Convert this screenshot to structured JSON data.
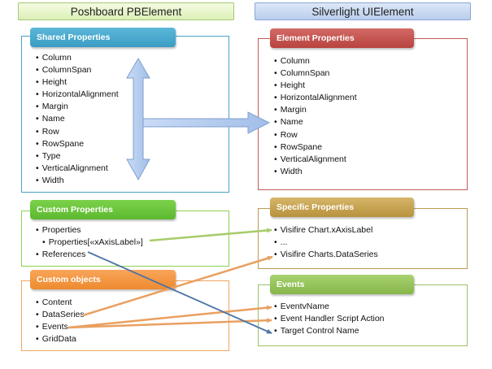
{
  "headers": {
    "left": "Poshboard PBElement",
    "right": "Silverlight UIElement"
  },
  "left": {
    "shared": {
      "title": "Shared  Properties",
      "items": [
        "Column",
        "ColumnSpan",
        "Height",
        "HorizontalAlignment",
        "Margin",
        "Name",
        "Row",
        "RowSpane",
        "Type",
        "VerticalAlignment",
        "Width"
      ]
    },
    "custom": {
      "title": "Custom Properties",
      "items": [
        "Properties",
        "Properties[«xAxisLabel»]",
        "References"
      ]
    },
    "objects": {
      "title": "Custom objects",
      "items": [
        "Content",
        "DataSeries",
        "Events",
        "GridData"
      ]
    }
  },
  "right": {
    "element": {
      "title": "Element Properties",
      "items": [
        "Column",
        "ColumnSpan",
        "Height",
        "HorizontalAlignment",
        "Margin",
        "Name",
        "Row",
        "RowSpane",
        "VerticalAlignment",
        "Width"
      ]
    },
    "specific": {
      "title": "Specific Properties",
      "items": [
        "Visifire Chart.xAxisLabel",
        "...",
        "Visifire Charts.DataSeries"
      ]
    },
    "events": {
      "title": "Events",
      "items": [
        "EventvName",
        "Event Handler Script Action",
        "Target Control Name"
      ]
    }
  },
  "colors": {
    "shared": "#4aa3c6",
    "custom": "#8ed152",
    "objects": "#f0a560",
    "element": "#c25a57",
    "specific": "#bd9b52",
    "events": "#9ac266",
    "arrow_blue": "#a9c4ec"
  }
}
